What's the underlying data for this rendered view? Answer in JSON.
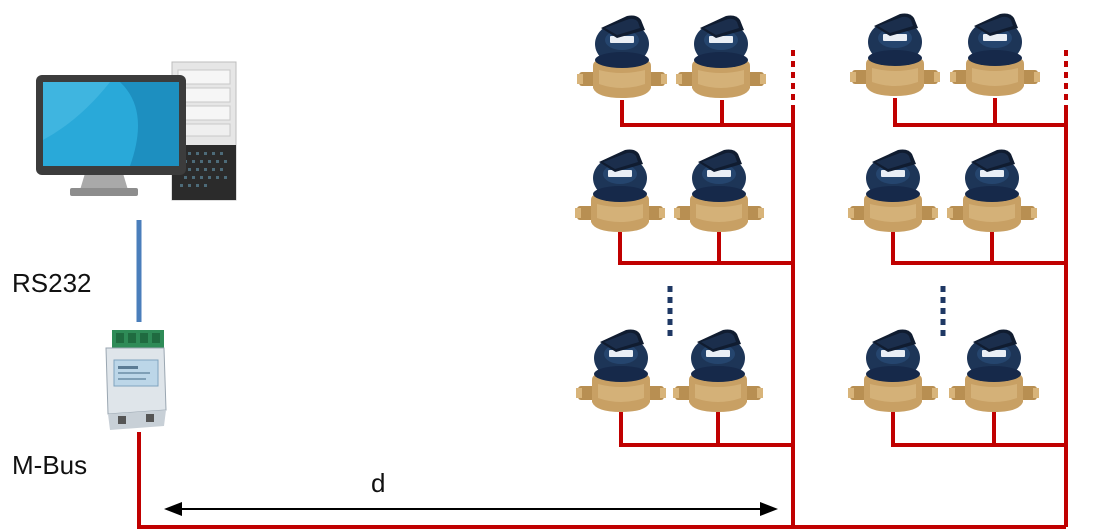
{
  "labels": {
    "rs232": "RS232",
    "mbus": "M-Bus",
    "distance": "d"
  },
  "colors": {
    "bus_line": "#c00000",
    "serial_line": "#4a7ebb",
    "ellipsis_red": "#c00000",
    "ellipsis_blue": "#1f3864",
    "meter_body": "#1d3557",
    "meter_brass": "#c8a064",
    "monitor_screen": "#29a9d9",
    "arrow": "#000000"
  },
  "icons": {
    "computer": "desktop-computer-icon",
    "converter": "mbus-level-converter-icon",
    "meter": "water-meter-icon"
  },
  "meter_groups": {
    "rows_per_column": 3,
    "meters_per_row": 2,
    "columns": 2
  }
}
